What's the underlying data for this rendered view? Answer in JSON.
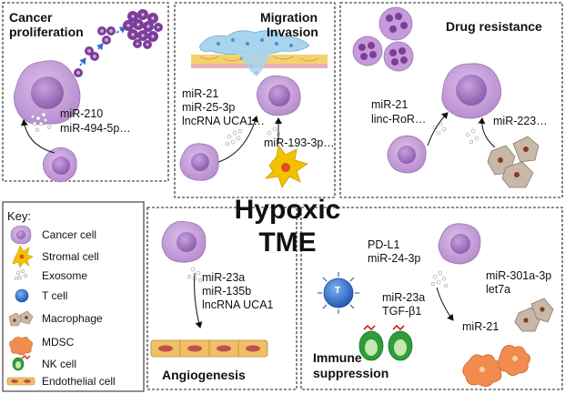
{
  "center": {
    "line1": "Hypoxic",
    "line2": "TME"
  },
  "panels": {
    "proliferation": {
      "title1": "Cancer",
      "title2": "proliferation",
      "mirna": [
        "miR-210",
        "miR-494-5p…"
      ]
    },
    "migration": {
      "title1": "Migration",
      "title2": "Invasion",
      "mirna": [
        "miR-21",
        "miR-25-3p",
        "lncRNA UCA1…"
      ],
      "mirna_extra": "miR-193-3p…"
    },
    "drug": {
      "title": "Drug resistance",
      "mirna": [
        "miR-21",
        "linc-RoR…"
      ],
      "mirna_extra": "miR-223…"
    },
    "angio": {
      "title": "Angiogenesis",
      "mirna": [
        "miR-23a",
        "miR-135b",
        "lncRNA UCA1"
      ]
    },
    "immune": {
      "title1": "Immune",
      "title2": "suppression",
      "group1": [
        "PD-L1",
        "miR-24-3p"
      ],
      "group2": [
        "miR-23a",
        "TGF-β1"
      ],
      "group3": [
        "miR-301a-3p",
        "let7a"
      ],
      "mir21": "miR-21",
      "tcell_letter": "T"
    }
  },
  "key": {
    "title": "Key:",
    "items": [
      {
        "label": "Cancer cell",
        "icon": "cancer-cell-icon"
      },
      {
        "label": "Stromal cell",
        "icon": "stromal-cell-icon"
      },
      {
        "label": "Exosome",
        "icon": "exosome-icon"
      },
      {
        "label": "T cell",
        "icon": "t-cell-icon"
      },
      {
        "label": "Macrophage",
        "icon": "macrophage-icon"
      },
      {
        "label": "MDSC",
        "icon": "mdsc-icon"
      },
      {
        "label": "NK cell",
        "icon": "nk-cell-icon"
      },
      {
        "label": "Endothelial cell",
        "icon": "endothelial-cell-icon"
      }
    ]
  },
  "colors": {
    "cancer_cell": "#c9a0dc",
    "cancer_nucleus": "#a978c4",
    "tumor_mass": "#7b3f98",
    "stromal": "#f2c200",
    "t_cell": "#2f6fc8",
    "macrophage": "#c7b8a8",
    "mdsc": "#f28c4e",
    "nk_cell": "#2f9e3a",
    "nk_granule": "#d02020",
    "endothelial": "#f0c068",
    "arrow_blue": "#2b6fd6"
  }
}
